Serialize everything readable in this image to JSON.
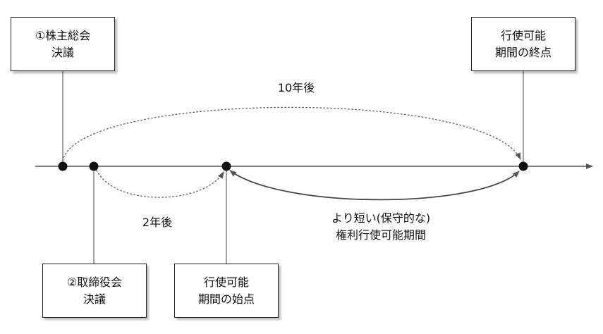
{
  "boxes": {
    "resolution_shareholders": [
      "①株主総会",
      "決議"
    ],
    "resolution_board": [
      "②取締役会",
      "決議"
    ],
    "period_start": [
      "行使可能",
      "期間の始点"
    ],
    "period_end": [
      "行使可能",
      "期間の終点"
    ]
  },
  "labels": {
    "ten_years": "10年後",
    "two_years": "2年後",
    "shorter_period": [
      "より短い(保守的な)",
      "権利行使可能期間"
    ]
  },
  "colors": {
    "line": "#222222",
    "dot": "#111111",
    "arrow": "#555555"
  }
}
